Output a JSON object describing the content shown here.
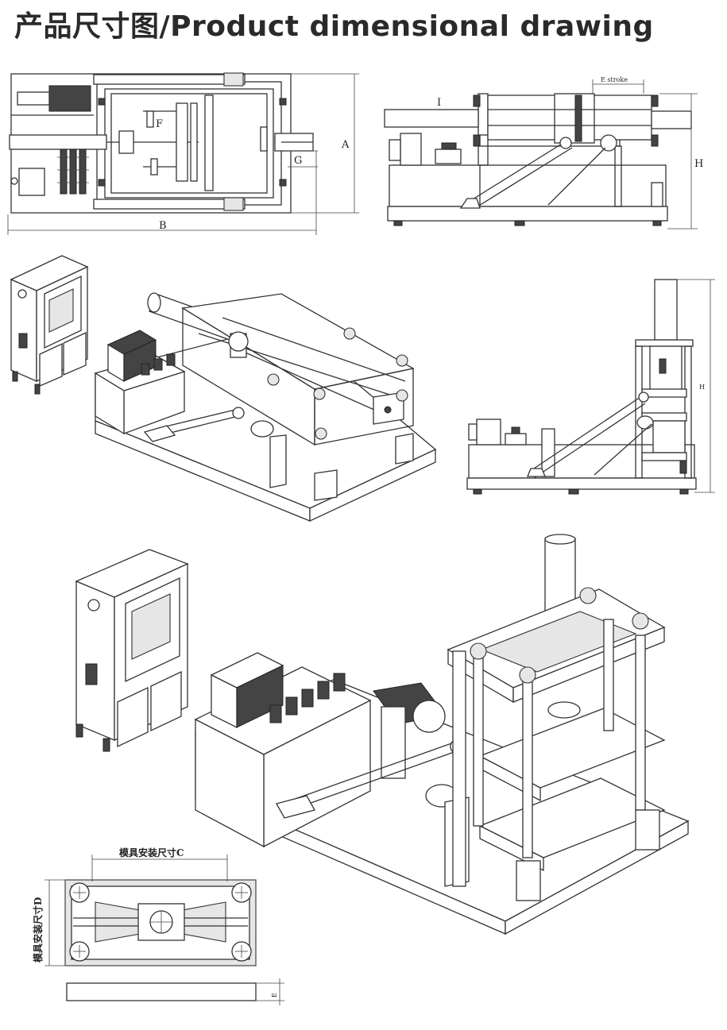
{
  "title": "产品尺寸图/Product dimensional drawing",
  "labels": {
    "A": "A",
    "B": "B",
    "F": "F",
    "G": "G",
    "I": "I",
    "H": "H",
    "H2": "H",
    "stroke": "E stroke",
    "mold_c": "模具安装尺寸C",
    "mold_d": "模具安装尺寸D",
    "thick": "E"
  }
}
